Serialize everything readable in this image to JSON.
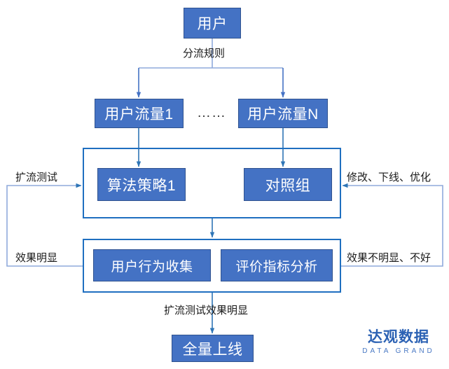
{
  "diagram": {
    "title_node": {
      "label": "用户"
    },
    "traffic_nodes": [
      {
        "label": "用户流量1"
      },
      {
        "label": "用户流量N"
      }
    ],
    "ellipsis": "……",
    "strategy_group": {
      "nodes": [
        {
          "label": "算法策略1"
        },
        {
          "label": "对照组"
        }
      ]
    },
    "analysis_group": {
      "nodes": [
        {
          "label": "用户行为收集"
        },
        {
          "label": "评价指标分析"
        }
      ]
    },
    "final_node": {
      "label": "全量上线"
    },
    "edge_labels": {
      "split_rule": "分流规则",
      "expand_test": "扩流测试",
      "effect_obvious": "效果明显",
      "modify_offline_optimize": "修改、下线、优化",
      "effect_not_obvious": "效果不明显、不好",
      "expand_test_effect_obvious": "扩流测试效果明显"
    },
    "colors": {
      "node_fill": "#4472C4",
      "node_border": "#2F528F",
      "group_border": "#1F6FC0",
      "wire": "#2E75B6",
      "wire_light": "#8FAADC",
      "logo": "#2C62B4"
    },
    "logo": {
      "cn": "达观数据",
      "en": "DATA GRAND"
    }
  }
}
